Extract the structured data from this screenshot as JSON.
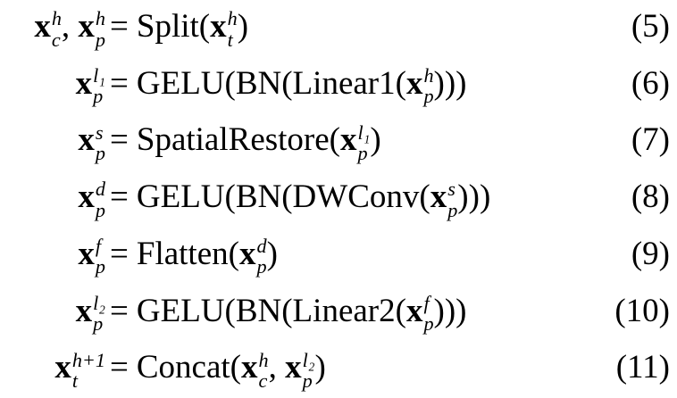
{
  "equation_block": {
    "equals_sign": "=",
    "equations": [
      {
        "number": "(5)",
        "lhs": [
          {
            "v": "x",
            "sup": "h",
            "sub": "c"
          },
          {
            "t": ", "
          },
          {
            "v": "x",
            "sup": "h",
            "sub": "p"
          }
        ],
        "rhs": [
          {
            "t": "Split("
          },
          {
            "v": "x",
            "sup": "h",
            "sub": "t"
          },
          {
            "t": ")"
          }
        ]
      },
      {
        "number": "(6)",
        "lhs": [
          {
            "v": "x",
            "sup": "l₁",
            "sub": "p"
          }
        ],
        "rhs": [
          {
            "t": "GELU(BN(Linear1("
          },
          {
            "v": "x",
            "sup": "h",
            "sub": "p"
          },
          {
            "t": ")))"
          }
        ]
      },
      {
        "number": "(7)",
        "lhs": [
          {
            "v": "x",
            "sup": "s",
            "sub": "p"
          }
        ],
        "rhs": [
          {
            "t": "SpatialRestore("
          },
          {
            "v": "x",
            "sup": "l₁",
            "sub": "p"
          },
          {
            "t": ")"
          }
        ]
      },
      {
        "number": "(8)",
        "lhs": [
          {
            "v": "x",
            "sup": "d",
            "sub": "p"
          }
        ],
        "rhs": [
          {
            "t": "GELU(BN(DWConv("
          },
          {
            "v": "x",
            "sup": "s",
            "sub": "p"
          },
          {
            "t": ")))"
          }
        ]
      },
      {
        "number": "(9)",
        "lhs": [
          {
            "v": "x",
            "sup": "f",
            "sub": "p"
          }
        ],
        "rhs": [
          {
            "t": "Flatten("
          },
          {
            "v": "x",
            "sup": "d",
            "sub": "p"
          },
          {
            "t": ")"
          }
        ]
      },
      {
        "number": "(10)",
        "lhs": [
          {
            "v": "x",
            "sup": "l₂",
            "sub": "p"
          }
        ],
        "rhs": [
          {
            "t": "GELU(BN(Linear2("
          },
          {
            "v": "x",
            "sup": "f",
            "sub": "p"
          },
          {
            "t": ")))"
          }
        ]
      },
      {
        "number": "(11)",
        "lhs": [
          {
            "v": "x",
            "sup": "h+1",
            "sub": "t"
          }
        ],
        "rhs": [
          {
            "t": "Concat("
          },
          {
            "v": "x",
            "sup": "h",
            "sub": "c"
          },
          {
            "t": ", "
          },
          {
            "v": "x",
            "sup": "l₂",
            "sub": "p"
          },
          {
            "t": ")"
          }
        ]
      }
    ]
  },
  "colors": {
    "text": "#000000",
    "background": "#ffffff"
  }
}
